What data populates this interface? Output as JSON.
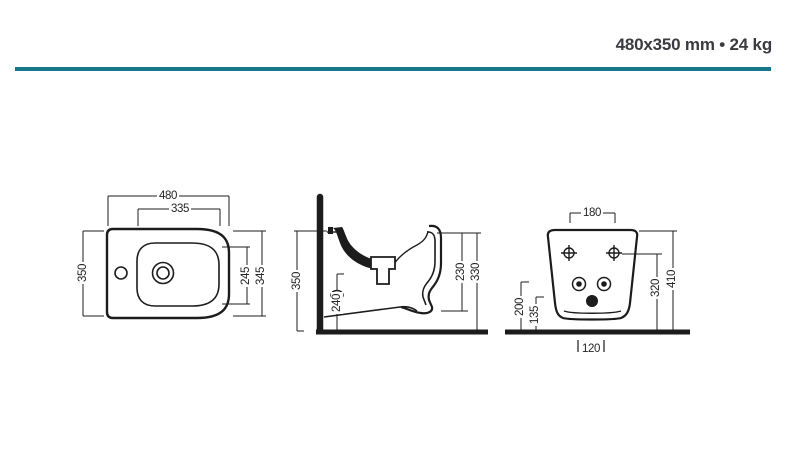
{
  "header": {
    "spec_label": "480x350 mm • 24 kg"
  },
  "colors": {
    "accent": "#16788c",
    "ink": "#1c1c1c"
  },
  "views": {
    "top": {
      "dims": {
        "outer_width": "480",
        "basin_width": "335",
        "outer_depth": "350",
        "basin_depth": "245",
        "front_depth": "345"
      }
    },
    "side": {
      "dims": {
        "total_height": "350",
        "outlet_height": "240",
        "front_rim_drop": "230",
        "body_height": "330"
      }
    },
    "back": {
      "dims": {
        "fixing_distance": "180",
        "inlet_height": "200",
        "drain_height": "135",
        "fixing_height": "320",
        "top_height": "410",
        "outlet_spacing": "120"
      }
    }
  }
}
